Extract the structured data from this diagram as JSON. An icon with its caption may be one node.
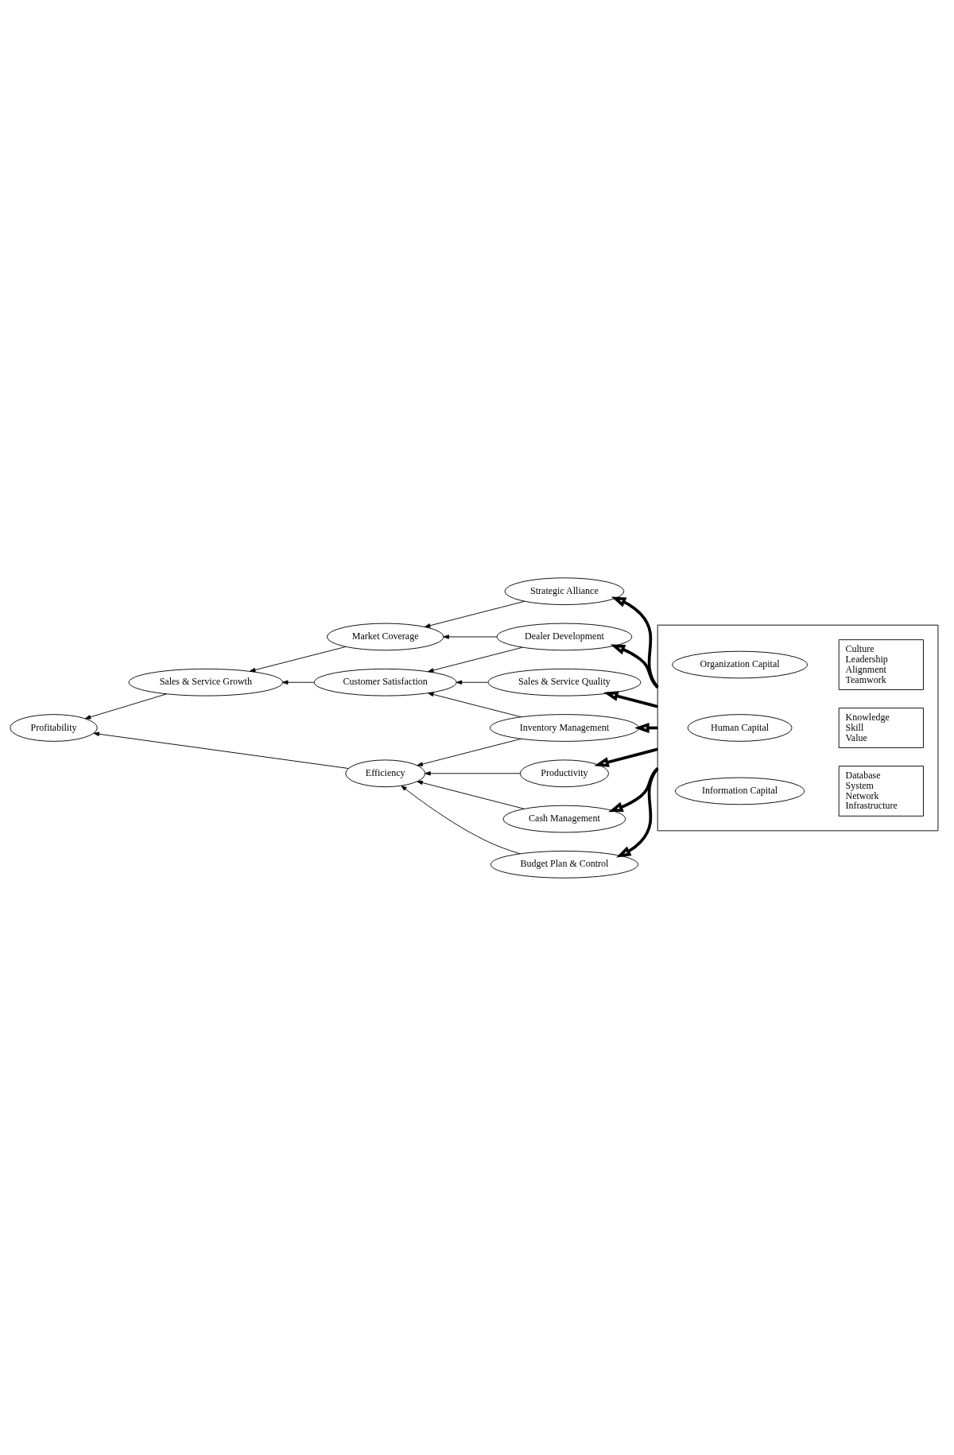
{
  "diagram": {
    "nodes": [
      {
        "text": [
          "Profitability"
        ]
      },
      {
        "text": [
          "Sales & Service Growth"
        ]
      },
      {
        "text": [
          "Efficiency"
        ]
      },
      {
        "text": [
          "Market Coverage"
        ]
      },
      {
        "text": [
          "Customer Satisfaction"
        ]
      },
      {
        "text": [
          "Strategic Alliance"
        ]
      },
      {
        "text": [
          "Dealer Development"
        ]
      },
      {
        "text": [
          "Sales & Service Quality"
        ]
      },
      {
        "text": [
          "Inventory Management"
        ]
      },
      {
        "text": [
          "Productivity"
        ]
      },
      {
        "text": [
          "Cash Management"
        ]
      },
      {
        "text": [
          "Budget Plan & Control"
        ]
      },
      {
        "text": [],
        "shape": "box"
      },
      {
        "text": [
          "Organization Capital"
        ],
        "in": 12
      },
      {
        "text": [
          "Human Capital"
        ],
        "in": 12
      },
      {
        "text": [
          "Information Capital"
        ],
        "in": 12
      },
      {
        "text": [
          "Culture",
          "Leadership",
          "Alignment",
          "Teamwork"
        ],
        "in": 12
      },
      {
        "text": [
          "Knowledge",
          "Skill",
          "Value"
        ],
        "in": 12
      },
      {
        "text": [
          "Database",
          "System",
          "Network",
          "Infrastructure"
        ],
        "in": 12
      }
    ],
    "edges": [
      {
        "from": 1,
        "to": 0,
        "arrow": "to"
      },
      {
        "from": 2,
        "to": 0,
        "arrow": "to"
      },
      {
        "from": 3,
        "to": 1,
        "arrow": "to"
      },
      {
        "from": 4,
        "to": 1,
        "arrow": "to"
      },
      {
        "from": 5,
        "to": 3,
        "arrow": "to"
      },
      {
        "from": 6,
        "to": 3,
        "arrow": "to"
      },
      {
        "from": 6,
        "to": 4,
        "arrow": "to"
      },
      {
        "from": 7,
        "to": 4,
        "arrow": "to"
      },
      {
        "from": 8,
        "to": 4,
        "arrow": "to"
      },
      {
        "from": 8,
        "to": 2,
        "arrow": "to"
      },
      {
        "from": 9,
        "to": 2,
        "arrow": "to"
      },
      {
        "from": 10,
        "to": 2,
        "arrow": "to"
      },
      {
        "from": 11,
        "to": 2,
        "arrow": "to"
      },
      {
        "from": 12,
        "to": 5,
        "arrow": "to",
        "style": "thick"
      },
      {
        "from": 12,
        "to": 6,
        "arrow": "to",
        "style": "thick"
      },
      {
        "from": 12,
        "to": 7,
        "arrow": "to",
        "style": "thick"
      },
      {
        "from": 12,
        "to": 8,
        "arrow": "to",
        "style": "thick"
      },
      {
        "from": 12,
        "to": 9,
        "arrow": "to",
        "style": "thick"
      },
      {
        "from": 12,
        "to": 10,
        "arrow": "to",
        "style": "thick"
      },
      {
        "from": 12,
        "to": 11,
        "arrow": "to",
        "style": "thick"
      }
    ]
  }
}
